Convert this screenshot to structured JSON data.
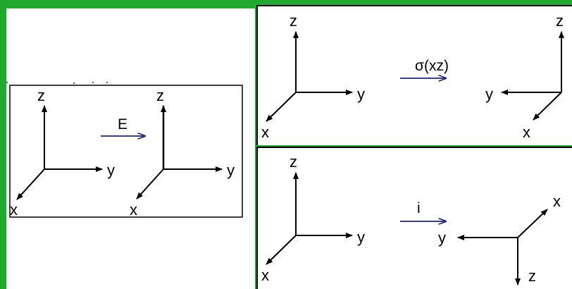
{
  "operations": {
    "identity": {
      "operator": "E",
      "before_axes": {
        "x": "x",
        "y": "y",
        "z": "z"
      },
      "after_axes": {
        "x": "x",
        "y": "y",
        "z": "z"
      }
    },
    "reflection": {
      "operator": "σ(xz)",
      "before_axes": {
        "x": "x",
        "y": "y",
        "z": "z"
      },
      "after_axes": {
        "x": "x",
        "y": "y",
        "z": "z"
      }
    },
    "inversion": {
      "operator": "i",
      "before_axes": {
        "x": "x",
        "y": "y",
        "z": "z"
      },
      "after_axes": {
        "x": "x",
        "y": "y",
        "z": "z"
      }
    }
  },
  "colors": {
    "border_green": "#1faa2e",
    "arrow_blue": "#1a237e",
    "axis_black": "#000000"
  }
}
